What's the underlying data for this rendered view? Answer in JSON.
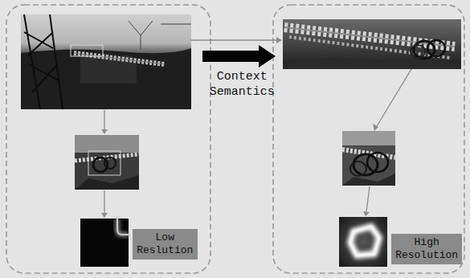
{
  "diagram": {
    "nodes": [
      {
        "text": [
          "Low Reslution"
        ]
      },
      {
        "text": [
          "High Resolution"
        ]
      }
    ],
    "labels": [
      "Context Semantics"
    ]
  }
}
